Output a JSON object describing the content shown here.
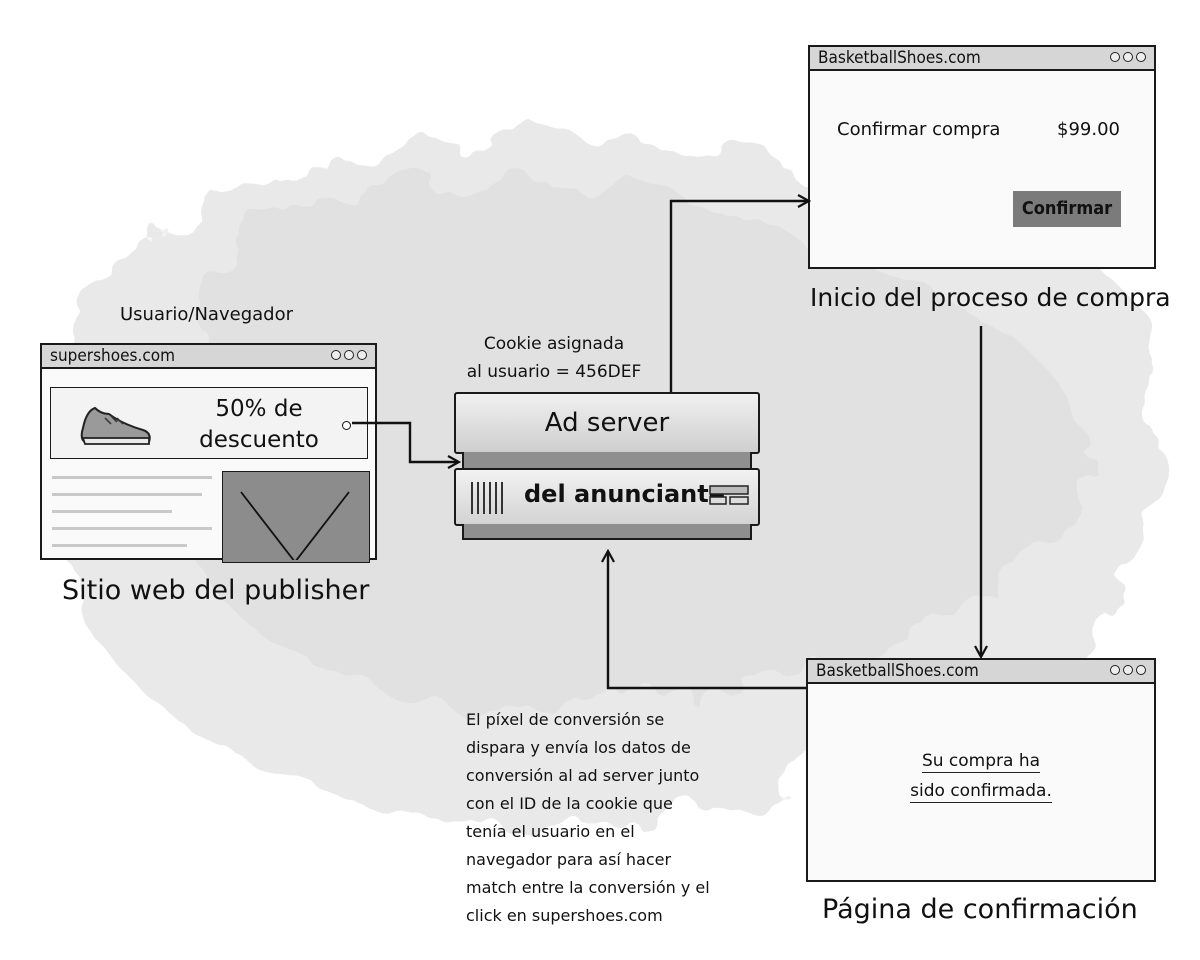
{
  "publisher_window": {
    "user_label": "Usuario/Navegador",
    "url": "supershoes.com",
    "ad_text_line1": "50% de",
    "ad_text_line2": "descuento",
    "caption": "Sitio web del publisher"
  },
  "ad_server": {
    "cookie_line1": "Cookie asignada",
    "cookie_line2": "al usuario  =  456DEF",
    "title": "Ad server",
    "subtitle": "del anunciante"
  },
  "checkout_window": {
    "url": "BasketballShoes.com",
    "item_label": "Confirmar compra",
    "price": "$99.00",
    "button_label": "Confirmar",
    "caption": "Inicio del proceso de compra"
  },
  "confirmation_window": {
    "url": "BasketballShoes.com",
    "message_line1": "Su compra ha",
    "message_line2": "sido confirmada.",
    "caption": "Página de confirmación"
  },
  "conversion_note": {
    "lines": [
      "El píxel de conversión se",
      "dispara y envía los datos de",
      "conversión al ad server junto",
      "con el ID de la cookie que",
      "tenía el usuario en el",
      "navegador para así hacer",
      "match entre la conversión y el",
      "click en supershoes.com"
    ]
  },
  "icons": [
    "shoe-icon",
    "window-dots-icon",
    "arrow-icon"
  ],
  "colors": {
    "ink": "#1a1a1a",
    "window_bar": "#d6d6d6",
    "button": "#7b7b7b",
    "image_placeholder": "#8c8c8c"
  }
}
